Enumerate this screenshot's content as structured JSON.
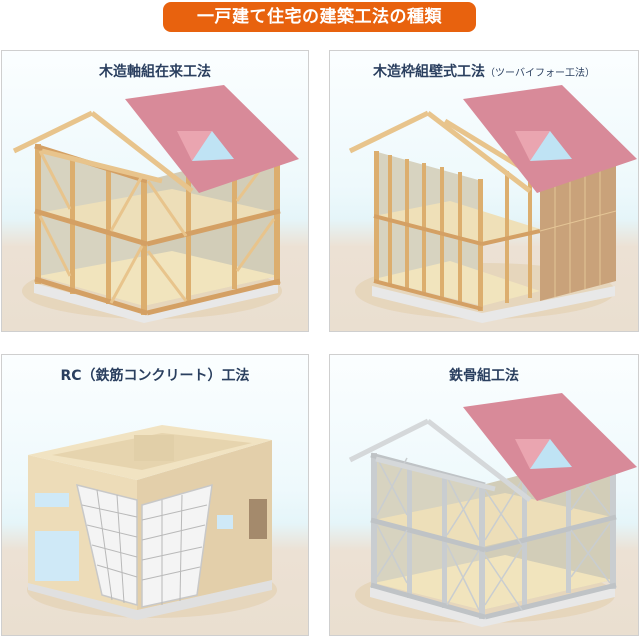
{
  "header": {
    "title": "一戸建て住宅の建築工法の種類",
    "accent_color": "#e8620e"
  },
  "panels": [
    {
      "title": "木造軸組在来工法",
      "subtitle": "",
      "illustration": "wooden-post-and-beam-frame-house"
    },
    {
      "title": "木造枠組壁式工法",
      "subtitle": "（ツーバイフォー工法）",
      "illustration": "wooden-2x4-frame-house"
    },
    {
      "title": "RC（鉄筋コンクリート）工法",
      "subtitle": "",
      "illustration": "reinforced-concrete-building"
    },
    {
      "title": "鉄骨組工法",
      "subtitle": "",
      "illustration": "steel-frame-house"
    }
  ],
  "colors": {
    "roof": "#d88a99",
    "roof_window_frame": "#eaa5b0",
    "roof_window_glass": "#bfe3f4",
    "wood": "#e8c48c",
    "wood_dark": "#c9955f",
    "steel": "#c9cdd0",
    "floor": "#f1e4bd",
    "foundation": "#e6e6e6",
    "concrete": "#eddcb8",
    "title_text": "#2a3f5f"
  }
}
